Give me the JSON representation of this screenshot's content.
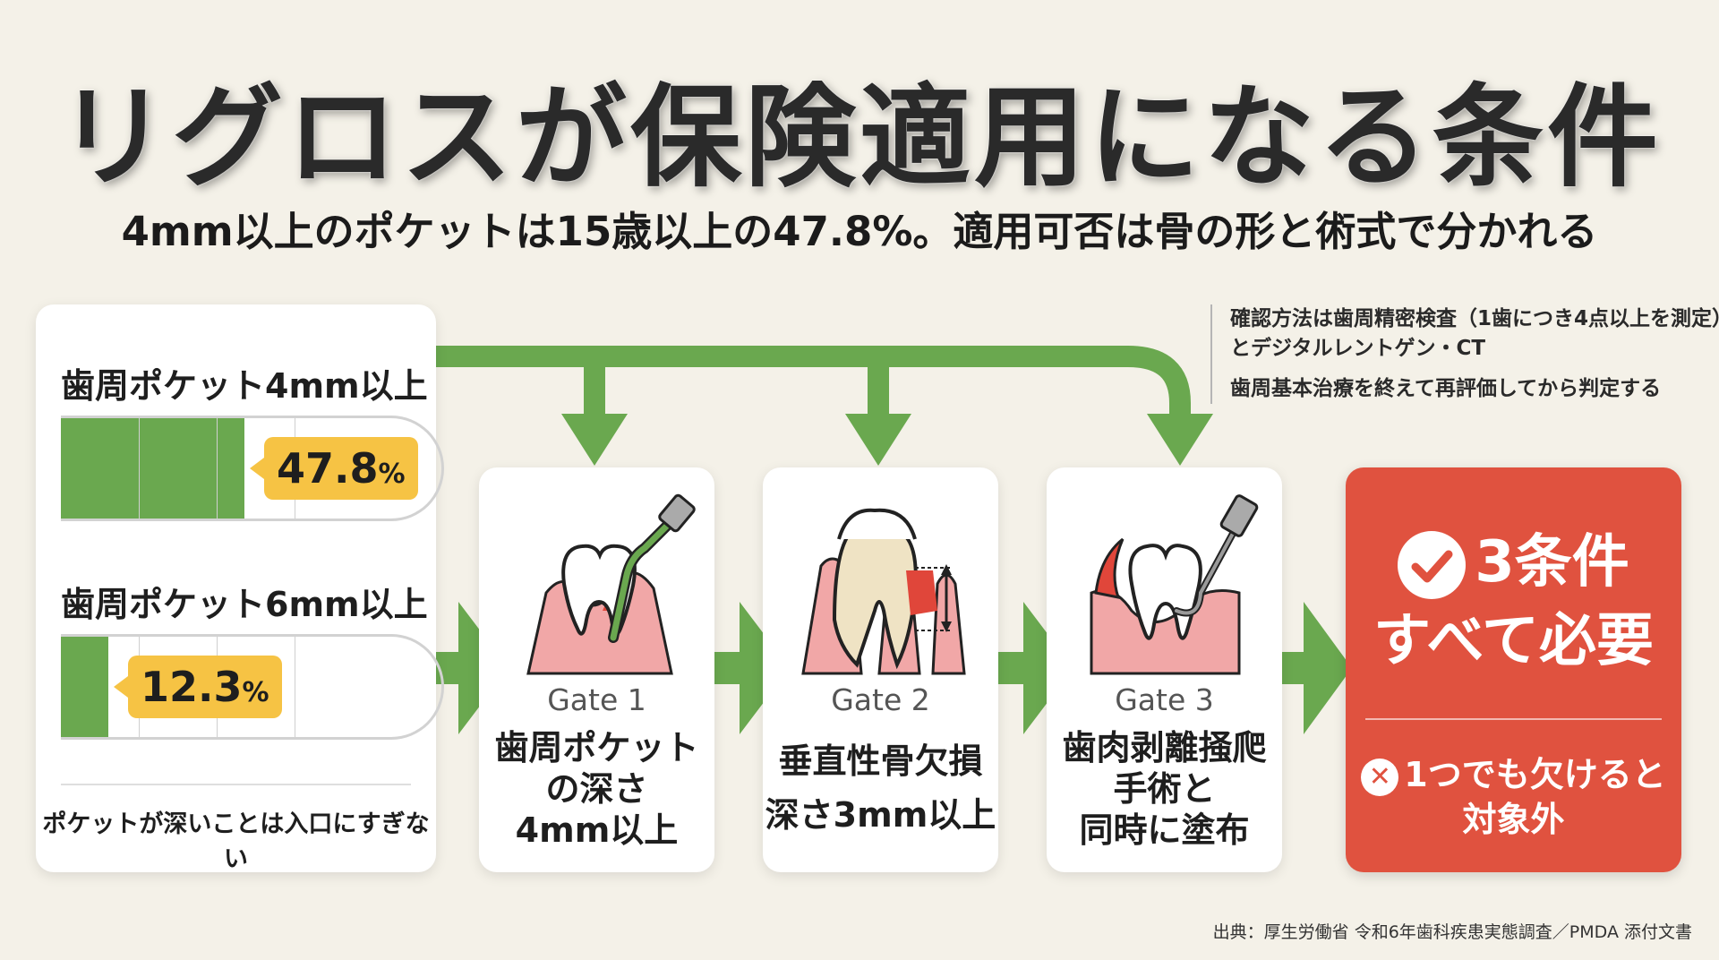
{
  "title": "リグロスが保険適用になる条件",
  "subtitle": "4mm以上のポケットは15歳以上の47.8%。適用可否は骨の形と術式で分かれる",
  "stats": [
    {
      "label": "歯周ポケット4mm以上",
      "value": 47.8,
      "value_text": "47.8",
      "unit": "%"
    },
    {
      "label": "歯周ポケット6mm以上",
      "value": 12.3,
      "value_text": "12.3",
      "unit": "%"
    }
  ],
  "stats_footer": "ポケットが深いことは入口にすぎない",
  "note": {
    "line1": "確認方法は歯周精密検査（1歯につき4点以上を測定）とデジタルレントゲン・CT",
    "line2": "歯周基本治療を終えて再評価してから判定する"
  },
  "gates": [
    {
      "label": "Gate 1",
      "desc": [
        "歯周ポケット",
        "の深さ",
        "4mm以上"
      ],
      "icon": "tooth-probe-icon"
    },
    {
      "label": "Gate 2",
      "desc": [
        "垂直性骨欠損",
        "深さ3mm以上"
      ],
      "icon": "bone-defect-icon"
    },
    {
      "label": "Gate 3",
      "desc": [
        "歯肉剥離掻爬",
        "手術と",
        "同時に塗布"
      ],
      "icon": "flap-surgery-icon"
    }
  ],
  "result": {
    "main_line1": "3条件",
    "main_line2": "すべて必要",
    "sub_line1": "1つでも欠けると",
    "sub_line2": "対象外",
    "x_symbol": "✕"
  },
  "source": "出典：厚生労働省 令和6年歯科疾患実態調査／PMDA 添付文書",
  "colors": {
    "green": "#6aa84f",
    "red": "#e0523f",
    "badge": "#f6c344",
    "background": "#f4f1e8"
  }
}
